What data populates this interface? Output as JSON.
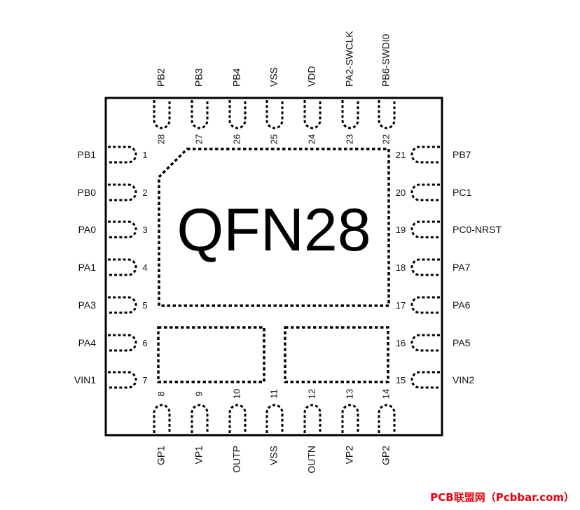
{
  "package": {
    "name": "QFN28",
    "colors": {
      "ink": "#000000",
      "watermark": "#e8000f"
    }
  },
  "pins": {
    "left": [
      {
        "num": "1",
        "label": "PB1"
      },
      {
        "num": "2",
        "label": "PB0"
      },
      {
        "num": "3",
        "label": "PA0"
      },
      {
        "num": "4",
        "label": "PA1"
      },
      {
        "num": "5",
        "label": "PA3"
      },
      {
        "num": "6",
        "label": "PA4"
      },
      {
        "num": "7",
        "label": "VIN1"
      }
    ],
    "bottom": [
      {
        "num": "8",
        "label": "GP1"
      },
      {
        "num": "9",
        "label": "VP1"
      },
      {
        "num": "10",
        "label": "OUTP"
      },
      {
        "num": "11",
        "label": "VSS"
      },
      {
        "num": "12",
        "label": "OUTN"
      },
      {
        "num": "13",
        "label": "VP2"
      },
      {
        "num": "14",
        "label": "GP2"
      }
    ],
    "right": [
      {
        "num": "15",
        "label": "VIN2"
      },
      {
        "num": "16",
        "label": "PA5"
      },
      {
        "num": "17",
        "label": "PA6"
      },
      {
        "num": "18",
        "label": "PA7"
      },
      {
        "num": "19",
        "label": "PC0-NRST"
      },
      {
        "num": "20",
        "label": "PC1"
      },
      {
        "num": "21",
        "label": "PB7"
      }
    ],
    "top": [
      {
        "num": "22",
        "label": "PB6-SWDI0"
      },
      {
        "num": "23",
        "label": "PA2-SWCLK"
      },
      {
        "num": "24",
        "label": "VDD"
      },
      {
        "num": "25",
        "label": "VSS"
      },
      {
        "num": "26",
        "label": "PB4"
      },
      {
        "num": "27",
        "label": "PB3"
      },
      {
        "num": "28",
        "label": "PB2"
      }
    ]
  },
  "watermark": {
    "text": "PCB联盟网（Pcbbar.com）"
  }
}
